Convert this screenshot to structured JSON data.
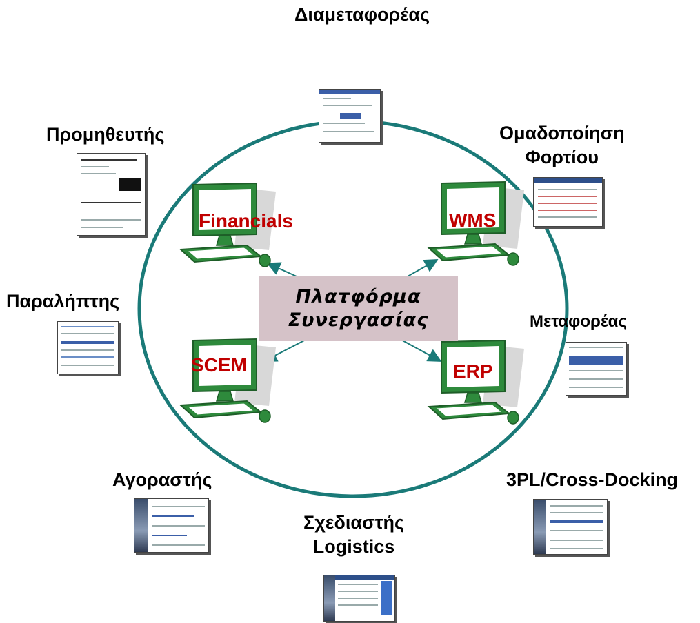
{
  "center": {
    "line1": "Πλατφόρμα",
    "line2": "Συνεργασίας"
  },
  "systems": {
    "financials": "Financials",
    "wms": "WMS",
    "scem": "SCEM",
    "erp": "ERP"
  },
  "participants": {
    "forwarder": "Διαμεταφορέας",
    "supplier": "Προμηθευτής",
    "consolidation_line1": "Ομαδοποίηση",
    "consolidation_line2": "Φορτίου",
    "consignee": "Παραλήπτης",
    "carrier": "Μεταφορέας",
    "buyer": "Αγοραστής",
    "threepl": "3PL/Cross-Docking",
    "planner_line1": "Σχεδιαστής",
    "planner_line2": "Logistics"
  },
  "colors": {
    "ring": "#1a7a78",
    "arrow": "#1a7a78",
    "system_label": "#c00000",
    "platform_bg": "#d5c2c8",
    "monitor": "#2e8a3c"
  },
  "icons": {
    "computer": "desktop-computer-icon",
    "document": "document-thumbnail"
  }
}
